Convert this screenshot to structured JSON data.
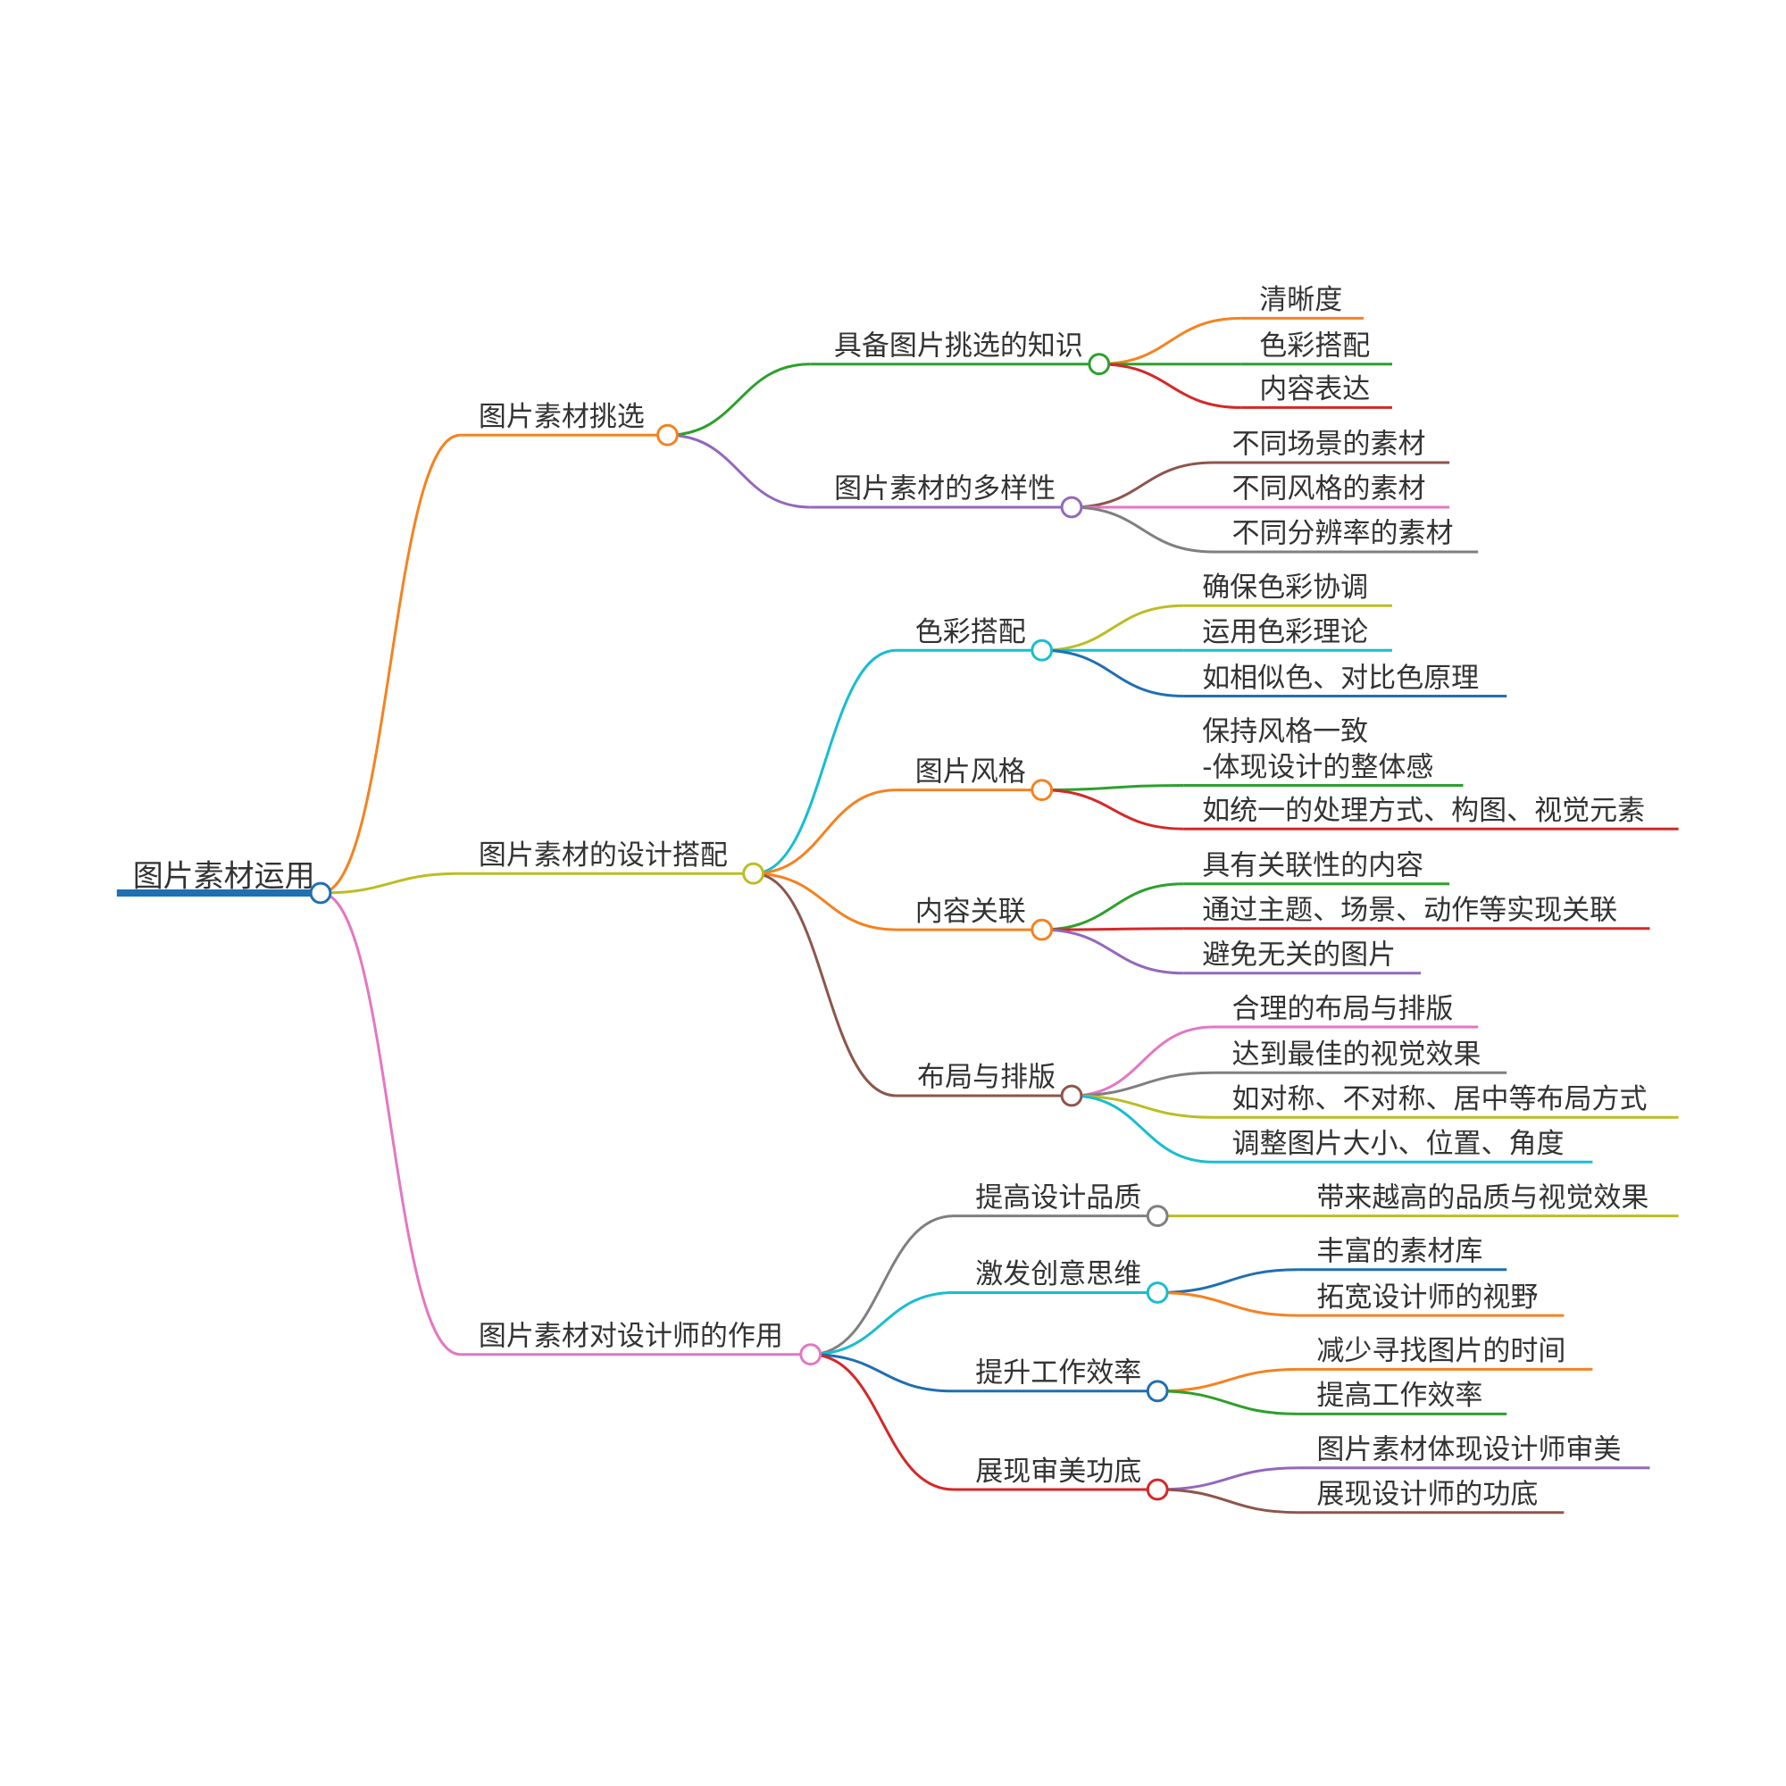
{
  "root": {
    "label": "图片素材运用",
    "color": "#1f6fb2",
    "children": [
      {
        "label": "图片素材挑选",
        "color": "#f58220",
        "children": [
          {
            "label": "具备图片挑选的知识",
            "color": "#2ca02c",
            "children": [
              {
                "label": "清晰度",
                "color": "#f58220"
              },
              {
                "label": "色彩搭配",
                "color": "#2ca02c"
              },
              {
                "label": "内容表达",
                "color": "#d62728"
              }
            ]
          },
          {
            "label": "图片素材的多样性",
            "color": "#9467bd",
            "children": [
              {
                "label": "不同场景的素材",
                "color": "#8c564b"
              },
              {
                "label": "不同风格的素材",
                "color": "#e377c2"
              },
              {
                "label": "不同分辨率的素材",
                "color": "#7f7f7f"
              }
            ]
          }
        ]
      },
      {
        "label": "图片素材的设计搭配",
        "color": "#bcbd22",
        "children": [
          {
            "label": "色彩搭配",
            "color": "#17becf",
            "children": [
              {
                "label": "确保色彩协调",
                "color": "#bcbd22"
              },
              {
                "label": "运用色彩理论",
                "color": "#17becf"
              },
              {
                "label": "如相似色、对比色原理",
                "color": "#1f6fb2"
              }
            ]
          },
          {
            "label": "图片风格",
            "color": "#f58220",
            "children": [
              {
                "label": "保持风格一致",
                "label2": "-体现设计的整体感",
                "color": "#2ca02c"
              },
              {
                "label": "如统一的处理方式、构图、视觉元素",
                "color": "#d62728"
              }
            ]
          },
          {
            "label": "内容关联",
            "color": "#f58220",
            "children": [
              {
                "label": "具有关联性的内容",
                "color": "#2ca02c"
              },
              {
                "label": "通过主题、场景、动作等实现关联",
                "color": "#d62728"
              },
              {
                "label": "避免无关的图片",
                "color": "#9467bd"
              }
            ]
          },
          {
            "label": "布局与排版",
            "color": "#8c564b",
            "children": [
              {
                "label": "合理的布局与排版",
                "color": "#e377c2"
              },
              {
                "label": "达到最佳的视觉效果",
                "color": "#7f7f7f"
              },
              {
                "label": "如对称、不对称、居中等布局方式",
                "color": "#bcbd22"
              },
              {
                "label": "调整图片大小、位置、角度",
                "color": "#17becf"
              }
            ]
          }
        ]
      },
      {
        "label": "图片素材对设计师的作用",
        "color": "#e377c2",
        "children": [
          {
            "label": "提高设计品质",
            "color": "#7f7f7f",
            "children": [
              {
                "label": "带来越高的品质与视觉效果",
                "color": "#bcbd22"
              }
            ]
          },
          {
            "label": "激发创意思维",
            "color": "#17becf",
            "children": [
              {
                "label": "丰富的素材库",
                "color": "#1f6fb2"
              },
              {
                "label": "拓宽设计师的视野",
                "color": "#f58220"
              }
            ]
          },
          {
            "label": "提升工作效率",
            "color": "#1f6fb2",
            "children": [
              {
                "label": "减少寻找图片的时间",
                "color": "#f58220"
              },
              {
                "label": "提高工作效率",
                "color": "#2ca02c"
              }
            ]
          },
          {
            "label": "展现审美功底",
            "color": "#d62728",
            "children": [
              {
                "label": "图片素材体现设计师审美",
                "color": "#9467bd"
              },
              {
                "label": "展现设计师的功底",
                "color": "#8c564b"
              }
            ]
          }
        ]
      }
    ]
  }
}
